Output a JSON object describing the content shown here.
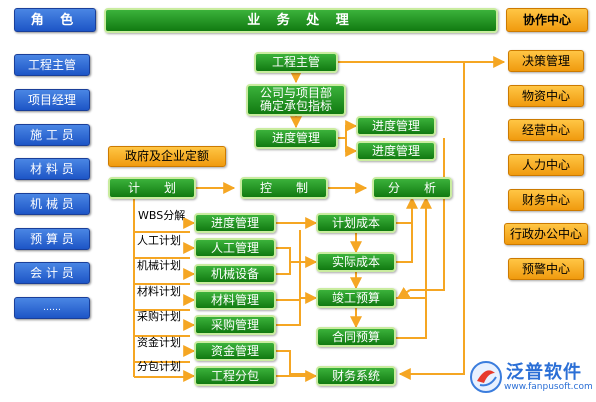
{
  "header": {
    "roles_title": "角 色",
    "process_title": "业 务 处 理",
    "center_title": "协作中心"
  },
  "roles": [
    "工程主管",
    "项目经理",
    "施 工 员",
    "材 料 员",
    "机 械 员",
    "预 算 员",
    "会 计 员",
    "……"
  ],
  "centers": [
    "决策管理",
    "物资中心",
    "经营中心",
    "人力中心",
    "财务中心",
    "行政办公中心",
    "预警中心"
  ],
  "process": {
    "engineer": "工程主管",
    "company_line1": "公司与项目部",
    "company_line2": "确定承包指标",
    "progress_main": "进度管理",
    "progress_a": "进度管理",
    "progress_b": "进度管理",
    "gov": "政府及企业定额",
    "plan": "计　　划",
    "control": "控　　制",
    "analysis": "分　　析",
    "plan_cost": "计划成本",
    "actual_cost": "实际成本",
    "completion": "竣工预算",
    "contract": "合同预算",
    "finance": "财务系统"
  },
  "plan_labels": [
    "WBS分解",
    "人工计划",
    "机械计划",
    "材料计划",
    "采购计划",
    "资金计划",
    "分包计划"
  ],
  "modules": [
    "进度管理",
    "人工管理",
    "机械设备",
    "材料管理",
    "采购管理",
    "资金管理",
    "工程分包"
  ],
  "logo": {
    "name": "泛普软件",
    "url": "www.fanpusoft.com"
  },
  "colors": {
    "role_blue": "#2a63d4",
    "process_green": "#1f8f1f",
    "center_orange": "#f7ab1d",
    "wire_orange": "#f5a623"
  }
}
